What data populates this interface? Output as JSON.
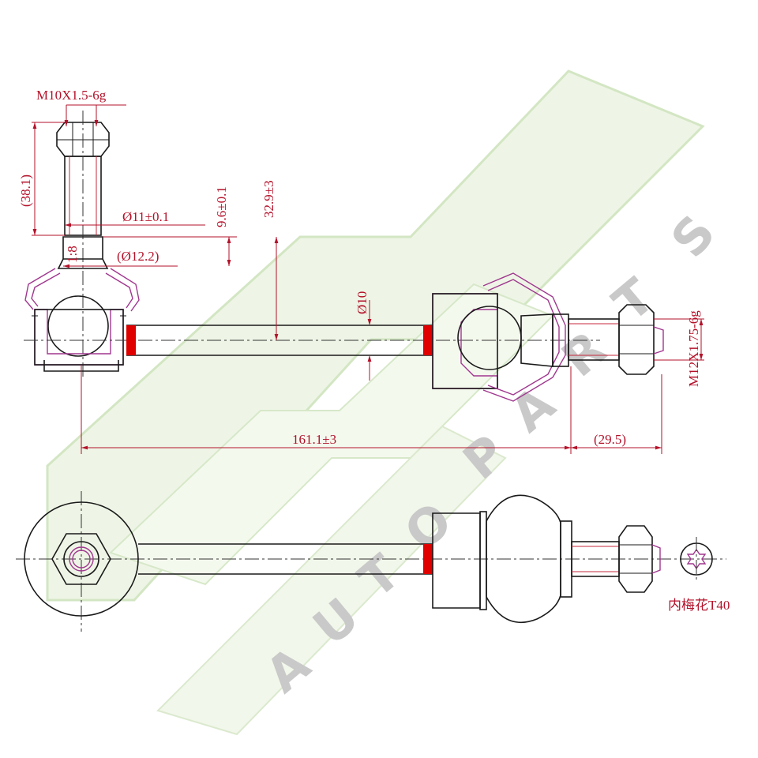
{
  "watermark": {
    "letters": [
      "A",
      "U",
      "T",
      "O",
      "P",
      "A",
      "R",
      "T",
      "S"
    ]
  },
  "dimensions": {
    "thread_top": "M10X1.5-6g",
    "height_top": "(38.1)",
    "stud_dia": "Ø11±0.1",
    "neck_dia": "(Ø12.2)",
    "offset_small": "9.6±0.1",
    "offset_large": "32.9±3",
    "rod_dia": "Ø10",
    "length_main": "161.1±3",
    "length_thread": "(29.5)",
    "thread_right": "M12X1.75-6g",
    "taper_mark": "1:8",
    "drive_note": "内梅花T40"
  },
  "colors": {
    "dimension": "#b3122a",
    "section": "#a0378f",
    "rod_end": "#e00000",
    "watermark_green": "#dcebcf"
  }
}
